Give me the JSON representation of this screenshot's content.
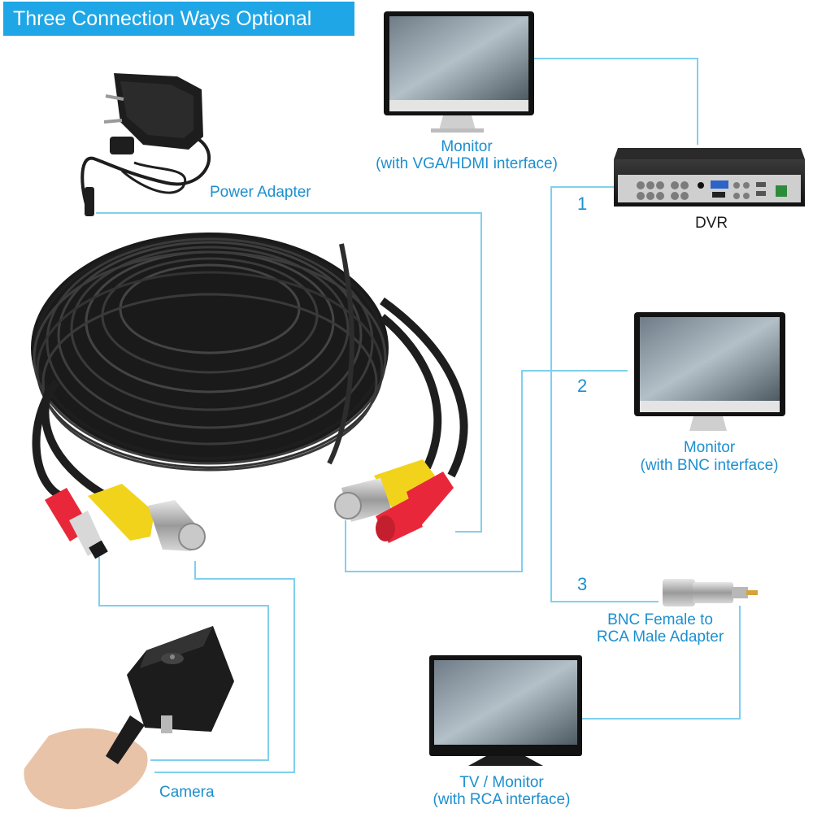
{
  "banner": {
    "title": "Three Connection Ways Optional"
  },
  "labels": {
    "power_adapter": "Power Adapter",
    "monitor_vga_1": "Monitor",
    "monitor_vga_2": "(with VGA/HDMI interface)",
    "dvr": "DVR",
    "monitor_bnc_1": "Monitor",
    "monitor_bnc_2": "(with BNC interface)",
    "adapter_1": "BNC Female to",
    "adapter_2": "RCA Male Adapter",
    "tv_1": "TV / Monitor",
    "tv_2": "(with RCA interface)",
    "camera": "Camera"
  },
  "steps": {
    "one": "1",
    "two": "2",
    "three": "3"
  },
  "colors": {
    "accent": "#1fa6e6",
    "line": "#7fd0ee",
    "cable": "#1e1e1e",
    "yellow": "#f2d31b",
    "red": "#e8283a",
    "metal": "#b8b8b8"
  },
  "icons": [
    "power-adapter-icon",
    "monitor-icon",
    "dvr-icon",
    "cable-coil-icon",
    "bnc-connector-icon",
    "dc-plug-icon",
    "camera-icon",
    "rca-adapter-icon",
    "tv-icon"
  ]
}
